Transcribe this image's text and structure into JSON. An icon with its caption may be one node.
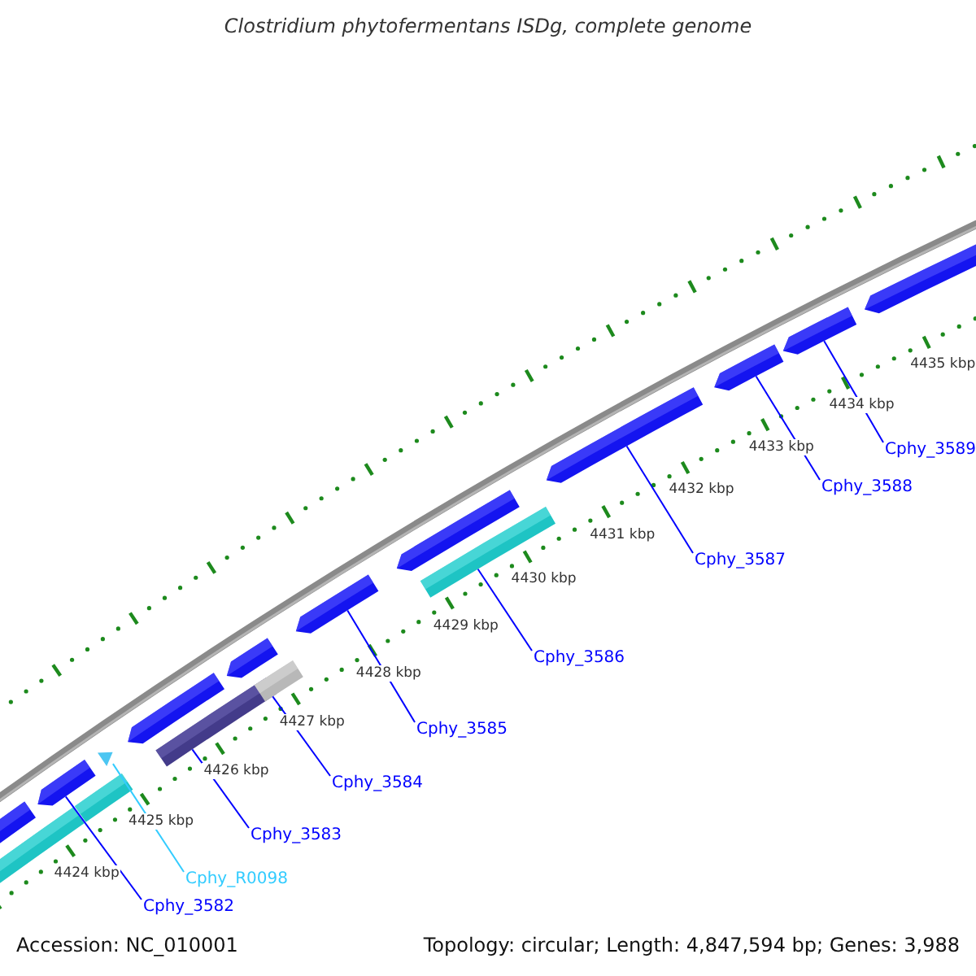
{
  "diagram": {
    "title": "Clostridium phytofermentans ISDg, complete genome",
    "nodes": [
      {
        "text": [],
        "shape": "bar"
      },
      {
        "text": [],
        "shape": "bar"
      },
      {
        "text": [],
        "shape": "bar"
      },
      {
        "text": [],
        "shape": "bar"
      },
      {
        "text": [],
        "shape": "triangle"
      },
      {
        "text": [],
        "shape": "bar"
      },
      {
        "text": [],
        "shape": "bar"
      },
      {
        "text": [],
        "shape": "bar"
      },
      {
        "text": [],
        "shape": "bar"
      },
      {
        "text": [],
        "shape": "bar"
      },
      {
        "text": [],
        "shape": "bar"
      },
      {
        "text": [],
        "shape": "bar"
      },
      {
        "text": [],
        "shape": "bar"
      },
      {
        "text": [],
        "shape": "bar"
      },
      {
        "text": [],
        "shape": "bar"
      },
      {
        "text": [],
        "shape": "bar"
      },
      {
        "text": [
          "Cphy_3582"
        ]
      },
      {
        "text": [
          "Cphy_R0098"
        ]
      },
      {
        "text": [
          "Cphy_3583"
        ]
      },
      {
        "text": [
          "Cphy_3584"
        ]
      },
      {
        "text": [
          "Cphy_3585"
        ]
      },
      {
        "text": [
          "Cphy_3586"
        ]
      },
      {
        "text": [
          "Cphy_3587"
        ]
      },
      {
        "text": [
          "Cphy_3588"
        ]
      },
      {
        "text": [
          "Cphy_3589"
        ]
      }
    ],
    "edges": [
      {
        "from": 16,
        "to": 2,
        "arrow": "none"
      },
      {
        "from": 17,
        "to": 4,
        "arrow": "none",
        "color": "#33ccff"
      },
      {
        "from": 18,
        "to": 6,
        "arrow": "none"
      },
      {
        "from": 19,
        "to": 8,
        "arrow": "none"
      },
      {
        "from": 20,
        "to": 9,
        "arrow": "none"
      },
      {
        "from": 21,
        "to": 11,
        "arrow": "none"
      },
      {
        "from": 22,
        "to": 12,
        "arrow": "none"
      },
      {
        "from": 23,
        "to": 13,
        "arrow": "none"
      },
      {
        "from": 24,
        "to": 14,
        "arrow": "none"
      }
    ],
    "labels": [
      "4424 kbp",
      "4425 kbp",
      "4426 kbp",
      "4427 kbp",
      "4428 kbp",
      "4429 kbp",
      "4430 kbp",
      "4431 kbp",
      "4432 kbp",
      "4433 kbp",
      "4434 kbp",
      "4435 kbp",
      "Accession: NC_010001",
      "Topology: circular; Length: 4,847,594 bp; Genes: 3,988"
    ]
  }
}
